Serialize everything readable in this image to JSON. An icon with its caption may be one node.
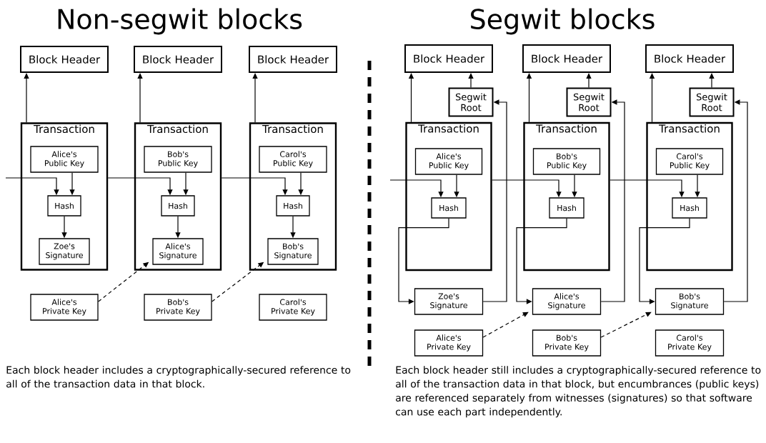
{
  "diagram": {
    "nodes": [
      {
        "text": [
          "Block Header"
        ]
      },
      {
        "text": [
          "Transaction"
        ]
      },
      {
        "text": [
          "Alice's Public Key"
        ],
        "in": 1
      },
      {
        "text": [
          "Hash"
        ],
        "in": 1
      },
      {
        "text": [
          "Zoe's Signature"
        ],
        "in": 1
      },
      {
        "text": [
          "Alice's Private Key"
        ]
      },
      {
        "text": [
          "Block Header"
        ]
      },
      {
        "text": [
          "Transaction"
        ]
      },
      {
        "text": [
          "Bob's Public Key"
        ],
        "in": 7
      },
      {
        "text": [
          "Hash"
        ],
        "in": 7
      },
      {
        "text": [
          "Alice's Signature"
        ],
        "in": 7
      },
      {
        "text": [
          "Bob's Private Key"
        ]
      },
      {
        "text": [
          "Block Header"
        ]
      },
      {
        "text": [
          "Transaction"
        ]
      },
      {
        "text": [
          "Carol's Public Key"
        ],
        "in": 13
      },
      {
        "text": [
          "Hash"
        ],
        "in": 13
      },
      {
        "text": [
          "Bob's Signature"
        ],
        "in": 13
      },
      {
        "text": [
          "Carol's Private Key"
        ]
      },
      {
        "text": [
          "Block Header"
        ]
      },
      {
        "text": [
          "Segwit Root"
        ]
      },
      {
        "text": [
          "Transaction"
        ]
      },
      {
        "text": [
          "Alice's Public Key"
        ],
        "in": 20
      },
      {
        "text": [
          "Hash"
        ],
        "in": 20
      },
      {
        "text": [
          "Zoe's Signature"
        ]
      },
      {
        "text": [
          "Alice's Private Key"
        ]
      },
      {
        "text": [
          "Block Header"
        ]
      },
      {
        "text": [
          "Segwit Root"
        ]
      },
      {
        "text": [
          "Transaction"
        ]
      },
      {
        "text": [
          "Bob's Public Key"
        ],
        "in": 27
      },
      {
        "text": [
          "Hash"
        ],
        "in": 27
      },
      {
        "text": [
          "Alice's Signature"
        ]
      },
      {
        "text": [
          "Bob's Private Key"
        ]
      },
      {
        "text": [
          "Block Header"
        ]
      },
      {
        "text": [
          "Segwit Root"
        ]
      },
      {
        "text": [
          "Transaction"
        ]
      },
      {
        "text": [
          "Carol's Public Key"
        ],
        "in": 34
      },
      {
        "text": [
          "Hash"
        ],
        "in": 34
      },
      {
        "text": [
          "Bob's Signature"
        ]
      },
      {
        "text": [
          "Carol's Private Key"
        ]
      }
    ],
    "edges": [
      {
        "from": 1,
        "to": 0,
        "arrow": "to"
      },
      {
        "from": 2,
        "to": 3,
        "arrow": "to"
      },
      {
        "from": null,
        "to": 3,
        "arrow": "to"
      },
      {
        "from": 3,
        "to": 4,
        "arrow": "to"
      },
      {
        "from": 5,
        "to": 10,
        "arrow": "to",
        "style": "dashed"
      },
      {
        "from": 7,
        "to": 6,
        "arrow": "to"
      },
      {
        "from": 8,
        "to": 9,
        "arrow": "to"
      },
      {
        "from": 1,
        "to": 9,
        "arrow": "to"
      },
      {
        "from": 9,
        "to": 10,
        "arrow": "to"
      },
      {
        "from": 11,
        "to": 16,
        "arrow": "to",
        "style": "dashed"
      },
      {
        "from": 13,
        "to": 12,
        "arrow": "to"
      },
      {
        "from": 14,
        "to": 15,
        "arrow": "to"
      },
      {
        "from": 7,
        "to": 15,
        "arrow": "to"
      },
      {
        "from": 15,
        "to": 16,
        "arrow": "to"
      },
      {
        "from": 20,
        "to": 18,
        "arrow": "to"
      },
      {
        "from": 19,
        "to": 18,
        "arrow": "to"
      },
      {
        "from": 21,
        "to": 22,
        "arrow": "to"
      },
      {
        "from": null,
        "to": 22,
        "arrow": "to"
      },
      {
        "from": 22,
        "to": 23,
        "arrow": "to"
      },
      {
        "from": 23,
        "to": 19,
        "arrow": "to"
      },
      {
        "from": 24,
        "to": 30,
        "arrow": "to",
        "style": "dashed"
      },
      {
        "from": 27,
        "to": 25,
        "arrow": "to"
      },
      {
        "from": 26,
        "to": 25,
        "arrow": "to"
      },
      {
        "from": 28,
        "to": 29,
        "arrow": "to"
      },
      {
        "from": 20,
        "to": 29,
        "arrow": "to"
      },
      {
        "from": 29,
        "to": 30,
        "arrow": "to"
      },
      {
        "from": 30,
        "to": 26,
        "arrow": "to"
      },
      {
        "from": 31,
        "to": 37,
        "arrow": "to",
        "style": "dashed"
      },
      {
        "from": 34,
        "to": 32,
        "arrow": "to"
      },
      {
        "from": 33,
        "to": 32,
        "arrow": "to"
      },
      {
        "from": 35,
        "to": 36,
        "arrow": "to"
      },
      {
        "from": 27,
        "to": 36,
        "arrow": "to"
      },
      {
        "from": 36,
        "to": 37,
        "arrow": "to"
      },
      {
        "from": 37,
        "to": 33,
        "arrow": "to"
      }
    ],
    "labels": [
      "Non-segwit blocks",
      "Segwit blocks",
      "Each block header includes a cryptographically-secured reference to all of the transaction data in that block.",
      "Each block header still includes a cryptographically-secured reference to all of the transaction data in that block, but encumbrances (public keys) are referenced separately from witnesses (signatures) so that software can use each part independently."
    ]
  }
}
